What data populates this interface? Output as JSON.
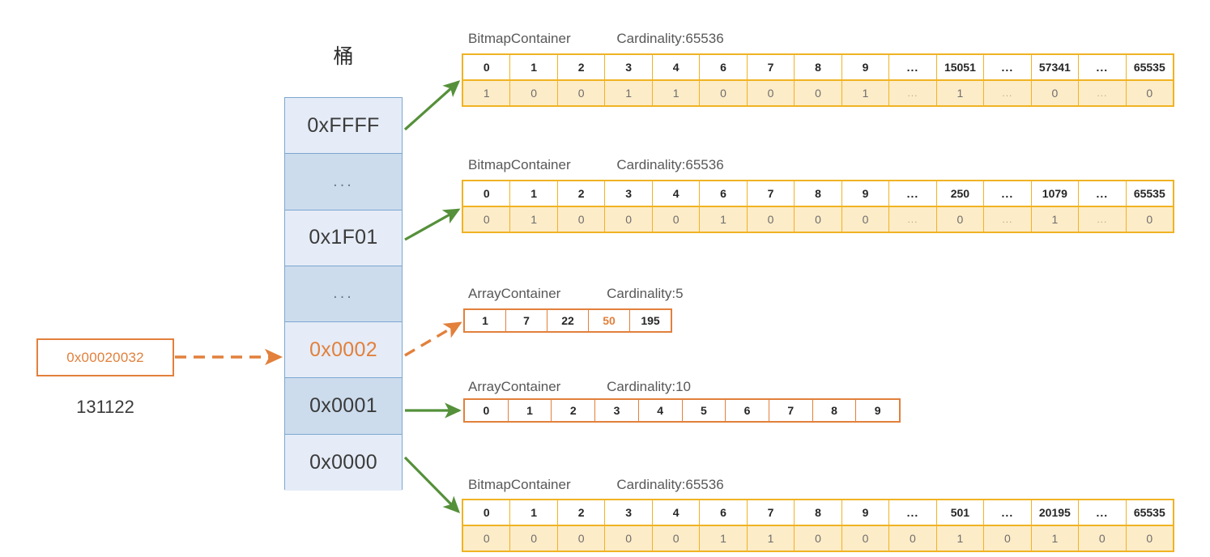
{
  "source": {
    "hex_label": "0x00020032",
    "decimal_label": "131122"
  },
  "bucket": {
    "title": "桶",
    "cells": [
      {
        "label": "0xFFFF",
        "kind": "value",
        "shade": "light",
        "highlight": false
      },
      {
        "label": "...",
        "kind": "ellipsis",
        "shade": "dark",
        "highlight": false
      },
      {
        "label": "0x1F01",
        "kind": "value",
        "shade": "light",
        "highlight": false
      },
      {
        "label": "...",
        "kind": "ellipsis",
        "shade": "dark",
        "highlight": false
      },
      {
        "label": "0x0002",
        "kind": "value",
        "shade": "light",
        "highlight": true
      },
      {
        "label": "0x0001",
        "kind": "value",
        "shade": "dark",
        "highlight": false
      },
      {
        "label": "0x0000",
        "kind": "value",
        "shade": "light",
        "highlight": false
      }
    ]
  },
  "containers": [
    {
      "id": "bitmap-top",
      "type": "bitmap",
      "name": "BitmapContainer",
      "cardinality_label": "Cardinality:65536",
      "keys": [
        "0",
        "1",
        "2",
        "3",
        "4",
        "6",
        "7",
        "8",
        "9",
        "...",
        "15051",
        "...",
        "57341",
        "...",
        "65535"
      ],
      "bits": [
        "1",
        "0",
        "0",
        "1",
        "1",
        "0",
        "0",
        "0",
        "1",
        "...",
        "1",
        "...",
        "0",
        "...",
        "0"
      ]
    },
    {
      "id": "bitmap-second",
      "type": "bitmap",
      "name": "BitmapContainer",
      "cardinality_label": "Cardinality:65536",
      "keys": [
        "0",
        "1",
        "2",
        "3",
        "4",
        "6",
        "7",
        "8",
        "9",
        "...",
        "250",
        "...",
        "1079",
        "...",
        "65535"
      ],
      "bits": [
        "0",
        "1",
        "0",
        "0",
        "0",
        "1",
        "0",
        "0",
        "0",
        "...",
        "0",
        "...",
        "1",
        "...",
        "0"
      ]
    },
    {
      "id": "array-five",
      "type": "array",
      "name": "ArrayContainer",
      "cardinality_label": "Cardinality:5",
      "values": [
        "1",
        "7",
        "22",
        "50",
        "195"
      ],
      "highlight_index": 3
    },
    {
      "id": "array-ten",
      "type": "array",
      "name": "ArrayContainer",
      "cardinality_label": "Cardinality:10",
      "values": [
        "0",
        "1",
        "2",
        "3",
        "4",
        "5",
        "6",
        "7",
        "8",
        "9"
      ],
      "highlight_index": -1
    },
    {
      "id": "bitmap-bottom",
      "type": "bitmap",
      "name": "BitmapContainer",
      "cardinality_label": "Cardinality:65536",
      "keys": [
        "0",
        "1",
        "2",
        "3",
        "4",
        "6",
        "7",
        "8",
        "9",
        "...",
        "501",
        "...",
        "20195",
        "...",
        "65535"
      ],
      "bits": [
        "0",
        "0",
        "0",
        "0",
        "0",
        "1",
        "1",
        "0",
        "0",
        "0",
        "1",
        "0",
        "1",
        "0",
        "0"
      ]
    }
  ],
  "colors": {
    "bitmap_border": "#f0b323",
    "bitmap_fill": "#fdecc8",
    "array_border": "#e2803c",
    "bucket_border": "#7da7d0",
    "bucket_light": "#e5ecf7",
    "bucket_dark": "#ccdced",
    "highlight": "#e2803c",
    "arrow_green": "#55903a"
  }
}
